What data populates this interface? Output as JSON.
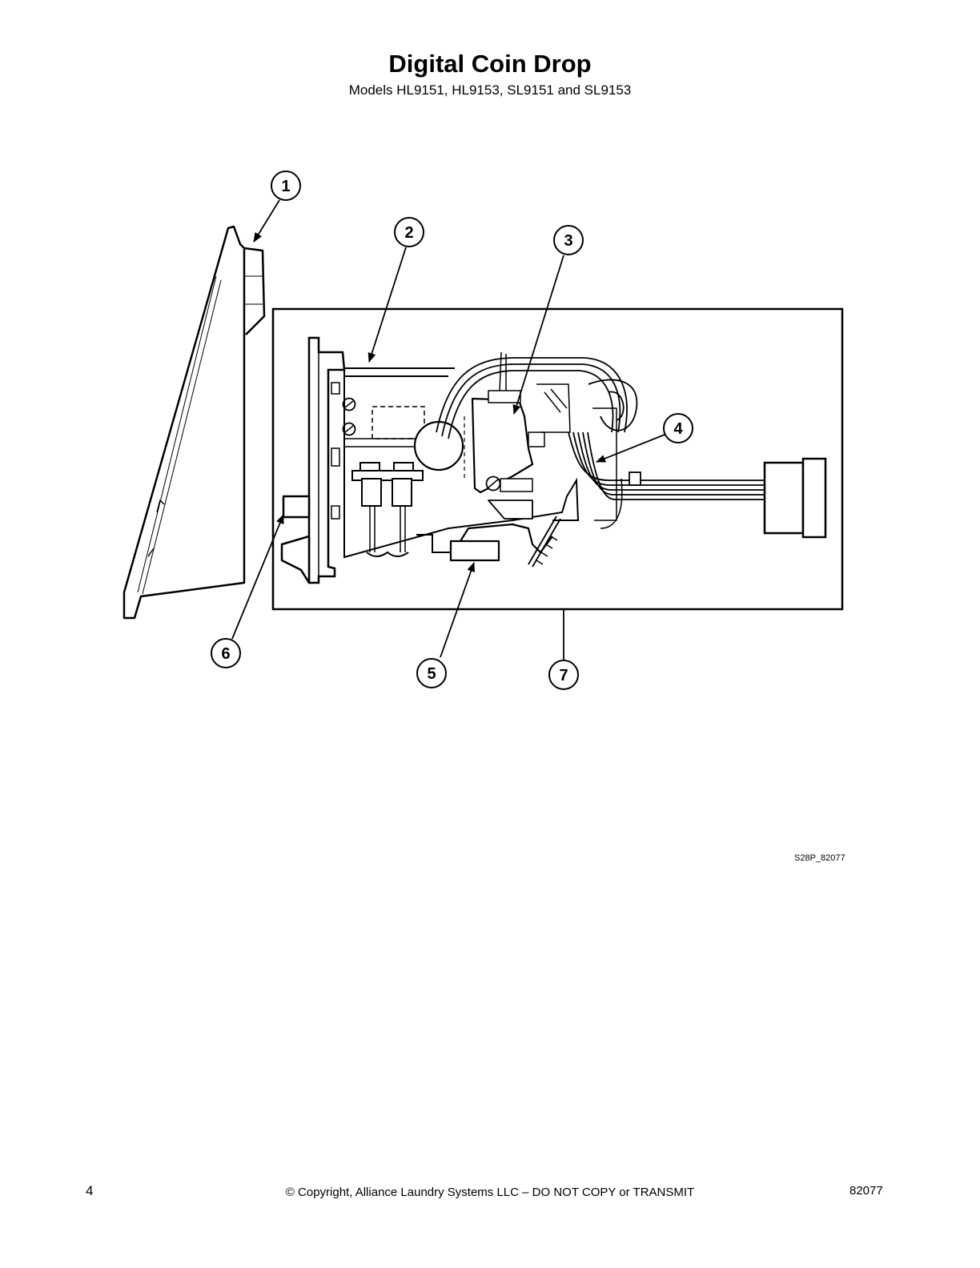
{
  "title": "Digital Coin Drop",
  "subtitle": "Models HL9151, HL9153, SL9151 and SL9153",
  "figure_code": "S28P_82077",
  "callouts": [
    "1",
    "2",
    "3",
    "4",
    "5",
    "6",
    "7"
  ],
  "footer": {
    "page_number": "4",
    "copyright": "© Copyright, Alliance Laundry Systems LLC – DO NOT COPY or TRANSMIT",
    "document_number": "82077"
  }
}
